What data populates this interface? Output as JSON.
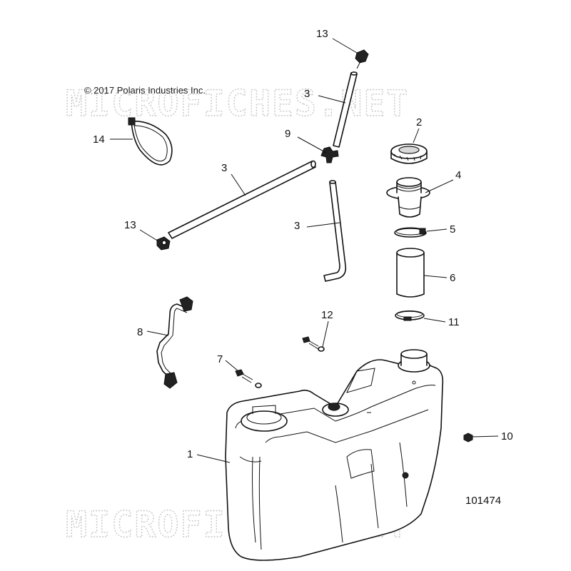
{
  "copyright": "© 2017 Polaris Industries Inc.",
  "figure_number": "101474",
  "watermark": "MICROFICHES.NET",
  "callouts": {
    "c13_top": "13",
    "c3_top": "3",
    "c2": "2",
    "c14": "14",
    "c9": "9",
    "c4": "4",
    "c3_long": "3",
    "c13_left": "13",
    "c3_mid": "3",
    "c5": "5",
    "c6": "6",
    "c8": "8",
    "c12": "12",
    "c11": "11",
    "c7": "7",
    "c10": "10",
    "c1": "1"
  }
}
